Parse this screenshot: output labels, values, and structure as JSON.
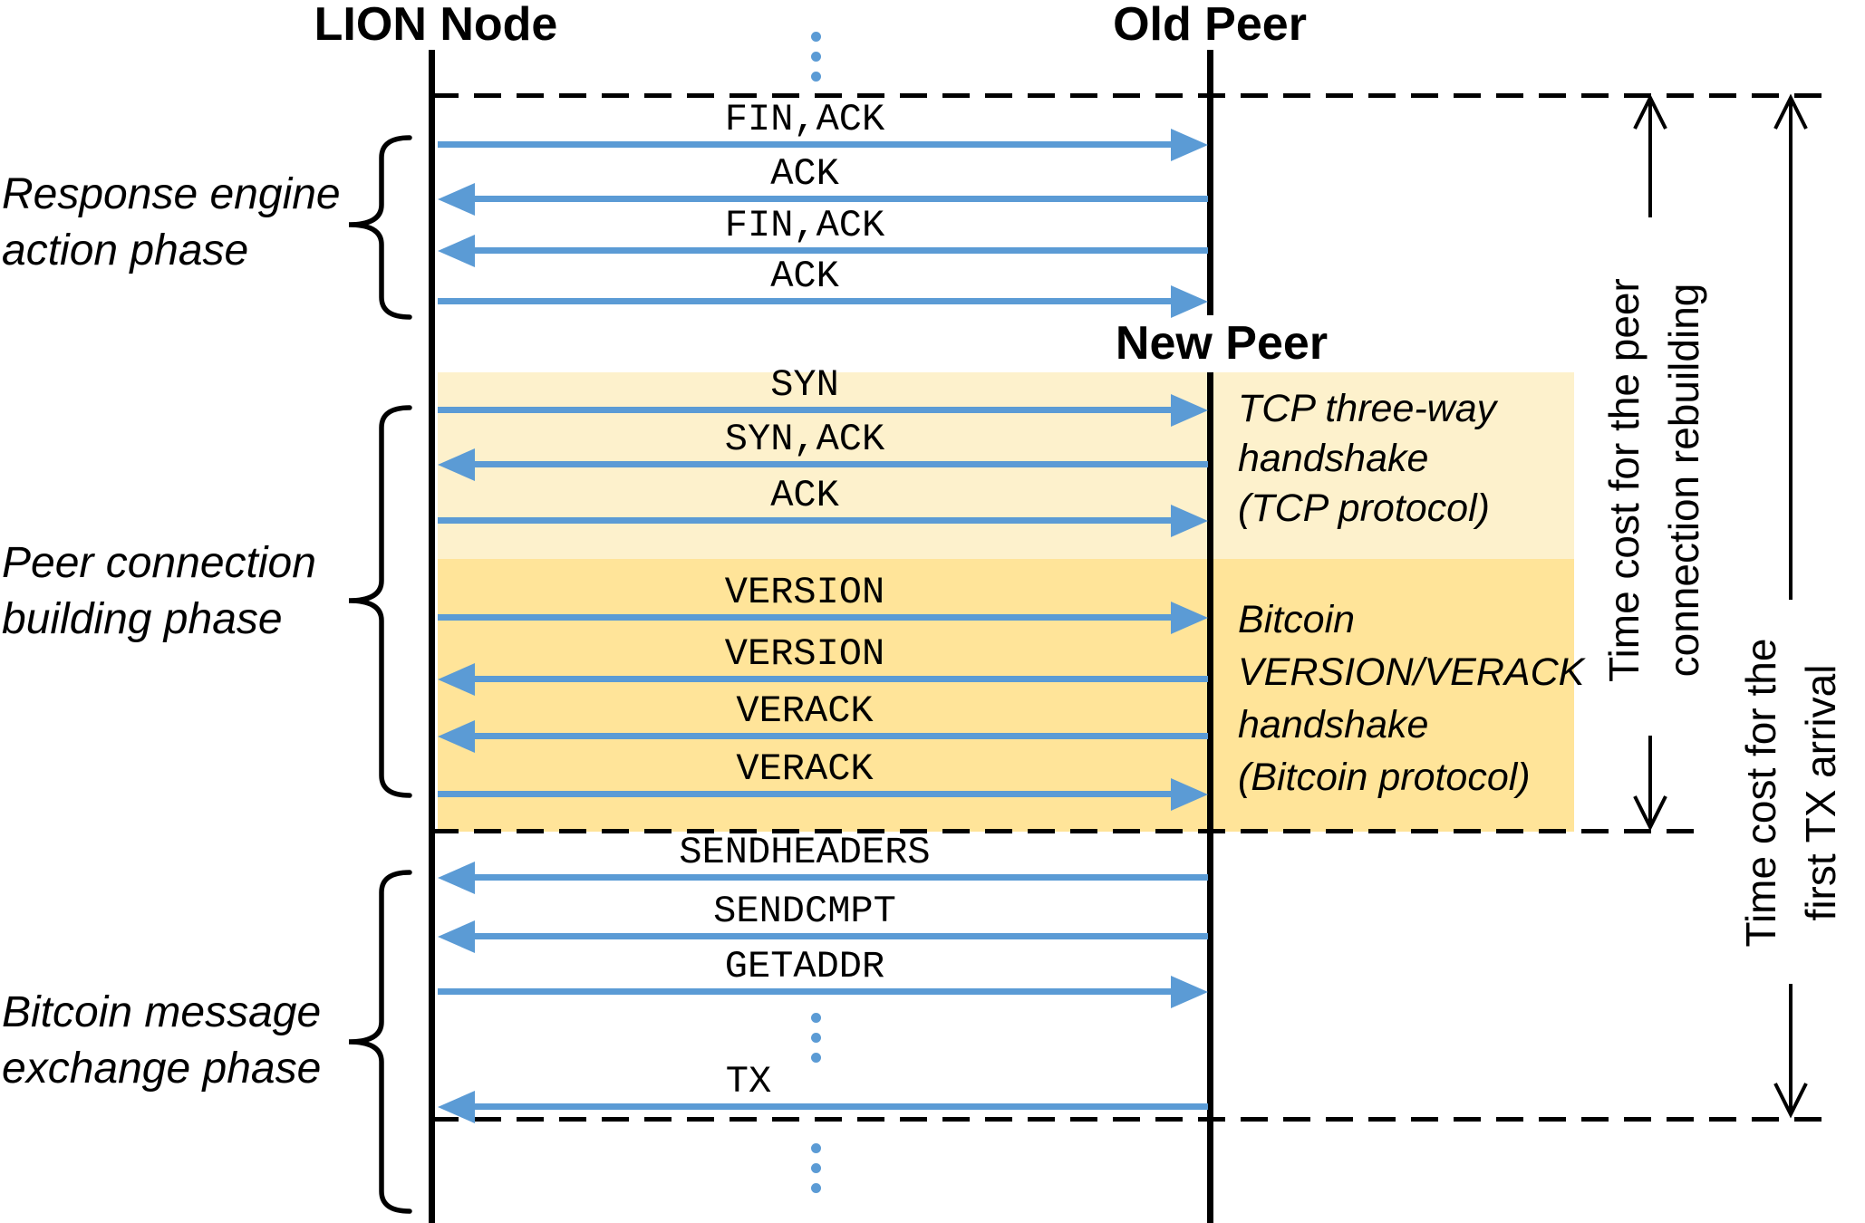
{
  "actors": {
    "lion_node": "LION Node",
    "old_peer": "Old Peer",
    "new_peer": "New Peer"
  },
  "phases": [
    {
      "name": "response-engine-action",
      "line1": "Response engine",
      "line2": "action phase"
    },
    {
      "name": "peer-connection-building",
      "line1": "Peer connection",
      "line2": "building phase"
    },
    {
      "name": "bitcoin-message-exchange",
      "line1": "Bitcoin message",
      "line2": "exchange phase"
    }
  ],
  "messages": [
    {
      "label": "FIN,ACK",
      "direction": "right"
    },
    {
      "label": "ACK",
      "direction": "left"
    },
    {
      "label": "FIN,ACK",
      "direction": "left"
    },
    {
      "label": "ACK",
      "direction": "right"
    },
    {
      "label": "SYN",
      "direction": "right"
    },
    {
      "label": "SYN,ACK",
      "direction": "left"
    },
    {
      "label": "ACK",
      "direction": "right"
    },
    {
      "label": "VERSION",
      "direction": "right"
    },
    {
      "label": "VERSION",
      "direction": "left"
    },
    {
      "label": "VERACK",
      "direction": "left"
    },
    {
      "label": "VERACK",
      "direction": "right"
    },
    {
      "label": "SENDHEADERS",
      "direction": "left"
    },
    {
      "label": "SENDCMPT",
      "direction": "left"
    },
    {
      "label": "GETADDR",
      "direction": "right"
    },
    {
      "label": "TX",
      "direction": "left"
    }
  ],
  "annotations": {
    "tcp": {
      "line1": "TCP three-way",
      "line2": "handshake",
      "line3": "(TCP protocol)"
    },
    "bitcoin": {
      "line1": "Bitcoin",
      "line2": "VERSION/VERACK",
      "line3": "handshake",
      "line4": "(Bitcoin protocol)"
    }
  },
  "time_costs": {
    "rebuild": {
      "line1": "Time cost for the peer",
      "line2": "connection rebuilding"
    },
    "first_tx": {
      "line1": "Time cost for the",
      "line2": "first TX arrival"
    }
  },
  "colors": {
    "arrow_blue": "#5B9BD5",
    "tcp_band": "#FDF1CC",
    "bitcoin_band": "#FFE499",
    "line_black": "#000000"
  }
}
